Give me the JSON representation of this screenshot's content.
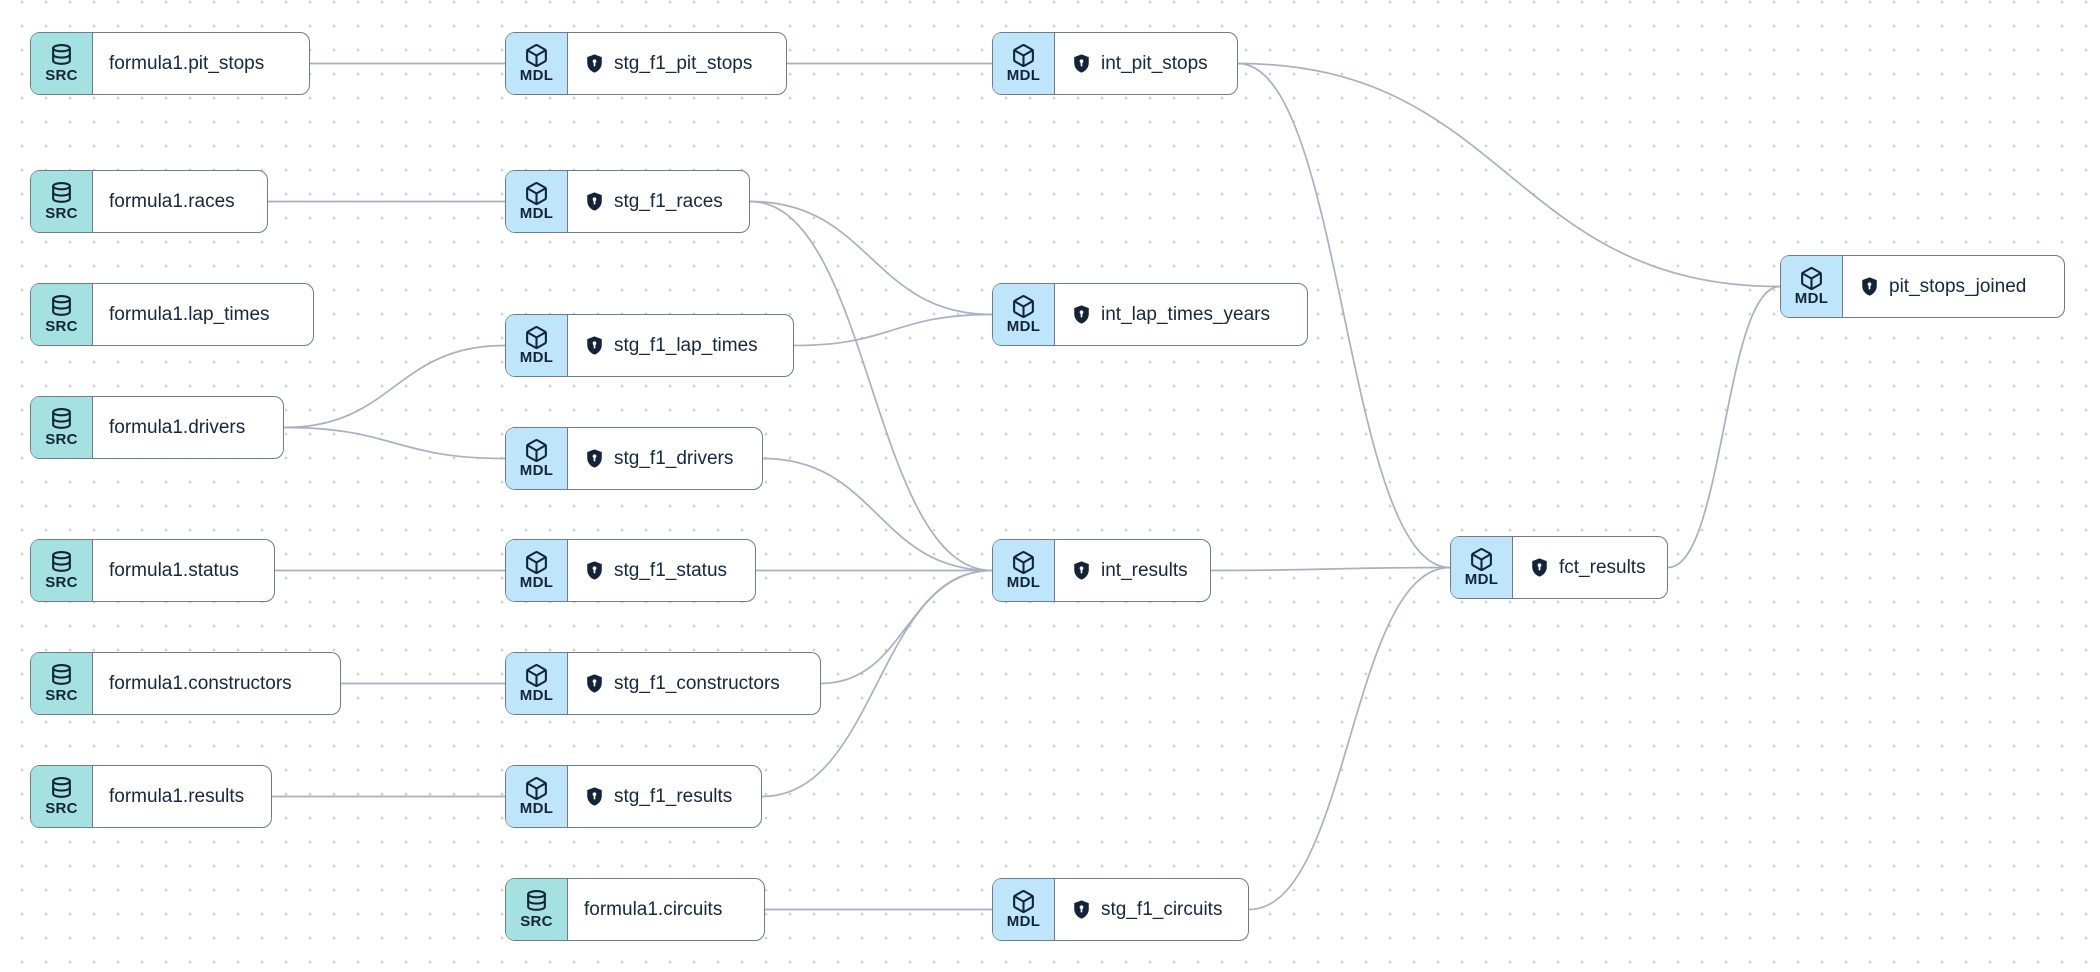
{
  "colors": {
    "src-badge": "#a5e1e0",
    "mdl-badge": "#bfe5fa",
    "node-border": "#6f7b8c",
    "edge": "#a9b0c2",
    "text": "#16273e",
    "badge-text": "#13243a"
  },
  "node_types": {
    "source": {
      "badge": "SRC",
      "icon": "database-icon"
    },
    "model": {
      "badge": "MDL",
      "icon": "cube-icon"
    }
  },
  "nodes": [
    {
      "id": "src_formula1_pit_stops",
      "type": "source",
      "label": "formula1.pit_stops"
    },
    {
      "id": "src_formula1_races",
      "type": "source",
      "label": "formula1.races"
    },
    {
      "id": "src_formula1_lap_times",
      "type": "source",
      "label": "formula1.lap_times"
    },
    {
      "id": "src_formula1_drivers",
      "type": "source",
      "label": "formula1.drivers"
    },
    {
      "id": "src_formula1_status",
      "type": "source",
      "label": "formula1.status"
    },
    {
      "id": "src_formula1_constructors",
      "type": "source",
      "label": "formula1.constructors"
    },
    {
      "id": "src_formula1_results",
      "type": "source",
      "label": "formula1.results"
    },
    {
      "id": "src_formula1_circuits",
      "type": "source",
      "label": "formula1.circuits"
    },
    {
      "id": "stg_f1_pit_stops",
      "type": "model",
      "label": "stg_f1_pit_stops"
    },
    {
      "id": "stg_f1_races",
      "type": "model",
      "label": "stg_f1_races"
    },
    {
      "id": "stg_f1_lap_times",
      "type": "model",
      "label": "stg_f1_lap_times"
    },
    {
      "id": "stg_f1_drivers",
      "type": "model",
      "label": "stg_f1_drivers"
    },
    {
      "id": "stg_f1_status",
      "type": "model",
      "label": "stg_f1_status"
    },
    {
      "id": "stg_f1_constructors",
      "type": "model",
      "label": "stg_f1_constructors"
    },
    {
      "id": "stg_f1_results",
      "type": "model",
      "label": "stg_f1_results"
    },
    {
      "id": "stg_f1_circuits",
      "type": "model",
      "label": "stg_f1_circuits"
    },
    {
      "id": "int_pit_stops",
      "type": "model",
      "label": "int_pit_stops"
    },
    {
      "id": "int_lap_times_years",
      "type": "model",
      "label": "int_lap_times_years"
    },
    {
      "id": "int_results",
      "type": "model",
      "label": "int_results"
    },
    {
      "id": "fct_results",
      "type": "model",
      "label": "fct_results"
    },
    {
      "id": "pit_stops_joined",
      "type": "model",
      "label": "pit_stops_joined"
    }
  ],
  "edges": [
    {
      "from": "src_formula1_pit_stops",
      "to": "stg_f1_pit_stops"
    },
    {
      "from": "stg_f1_pit_stops",
      "to": "int_pit_stops"
    },
    {
      "from": "int_pit_stops",
      "to": "pit_stops_joined"
    },
    {
      "from": "int_pit_stops",
      "to": "fct_results"
    },
    {
      "from": "src_formula1_races",
      "to": "stg_f1_races"
    },
    {
      "from": "stg_f1_races",
      "to": "int_lap_times_years"
    },
    {
      "from": "stg_f1_races",
      "to": "int_results"
    },
    {
      "from": "src_formula1_drivers",
      "to": "stg_f1_lap_times"
    },
    {
      "from": "src_formula1_drivers",
      "to": "stg_f1_drivers"
    },
    {
      "from": "stg_f1_lap_times",
      "to": "int_lap_times_years"
    },
    {
      "from": "stg_f1_drivers",
      "to": "int_results"
    },
    {
      "from": "src_formula1_status",
      "to": "stg_f1_status"
    },
    {
      "from": "stg_f1_status",
      "to": "int_results"
    },
    {
      "from": "src_formula1_constructors",
      "to": "stg_f1_constructors"
    },
    {
      "from": "stg_f1_constructors",
      "to": "int_results"
    },
    {
      "from": "src_formula1_results",
      "to": "stg_f1_results"
    },
    {
      "from": "stg_f1_results",
      "to": "int_results"
    },
    {
      "from": "int_results",
      "to": "fct_results"
    },
    {
      "from": "src_formula1_circuits",
      "to": "stg_f1_circuits"
    },
    {
      "from": "stg_f1_circuits",
      "to": "fct_results"
    },
    {
      "from": "fct_results",
      "to": "pit_stops_joined"
    }
  ]
}
